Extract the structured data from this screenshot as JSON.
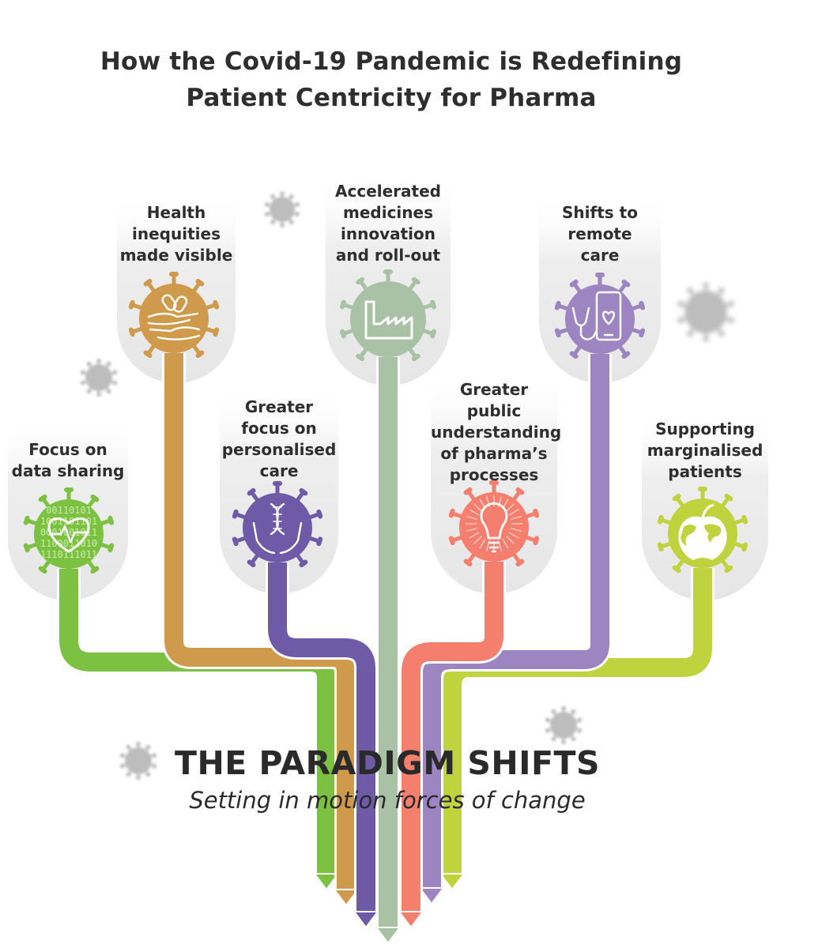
{
  "title": {
    "line1": "How the Covid-19 Pandemic is Redefining",
    "line2": "Patient Centricity for Pharma"
  },
  "center": {
    "heading": "THE PARADIGM SHIFTS",
    "subheading": "Setting in motion forces of change"
  },
  "shifts": [
    {
      "lines": [
        "Focus on",
        "data sharing"
      ],
      "icon": "heart-data-icon",
      "color": "#7cc142"
    },
    {
      "lines": [
        "Health",
        "inequities",
        "made visible"
      ],
      "icon": "hands-pills-icon",
      "color": "#cf9a4c"
    },
    {
      "lines": [
        "Greater",
        "focus on",
        "personalised",
        "care"
      ],
      "icon": "dna-hands-icon",
      "color": "#6e5aa7"
    },
    {
      "lines": [
        "Accelerated",
        "medicines",
        "innovation",
        "and roll-out"
      ],
      "icon": "factory-icon",
      "color": "#a9c2a6"
    },
    {
      "lines": [
        "Greater",
        "public",
        "understanding",
        "of pharma’s",
        "processes"
      ],
      "icon": "lightbulb-icon",
      "color": "#f47f6e"
    },
    {
      "lines": [
        "Shifts to",
        "remote",
        "care"
      ],
      "icon": "phone-stethoscope-icon",
      "color": "#9d85c2"
    },
    {
      "lines": [
        "Supporting",
        "marginalised",
        "patients"
      ],
      "icon": "globe-apple-icon",
      "color": "#bfd33e"
    }
  ],
  "data_text": {
    "binary": [
      "00110101",
      "1001101101",
      "0001001011",
      "1100011010",
      "1110111011"
    ]
  }
}
